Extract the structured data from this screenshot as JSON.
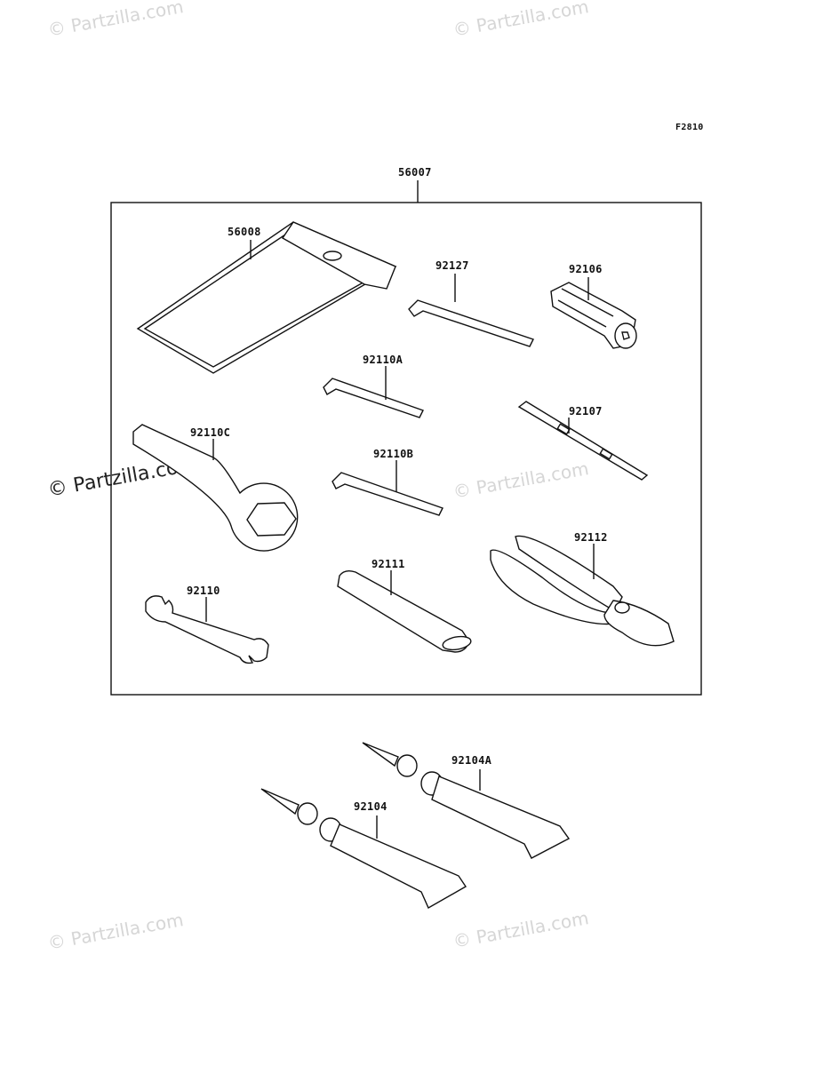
{
  "figure_code": "F2810",
  "watermarks": [
    "© Partzilla.com",
    "© Partzilla.com",
    "© Partzilla.com",
    "© Partzilla.com",
    "© Partzilla.com",
    "© Partzilla.com"
  ],
  "parts": {
    "kit": "56007",
    "bag": "56008",
    "hex_wrench_large": "92127",
    "spark_plug_socket": "92106",
    "hex_wrench_a": "92110A",
    "screwdriver": "92107",
    "ring_wrench": "92110C",
    "hex_wrench_b": "92110B",
    "pliers": "92112",
    "box_wrench_handle": "92111",
    "open_wrench": "92110",
    "grease_tube_a": "92104A",
    "grease_tube": "92104"
  }
}
